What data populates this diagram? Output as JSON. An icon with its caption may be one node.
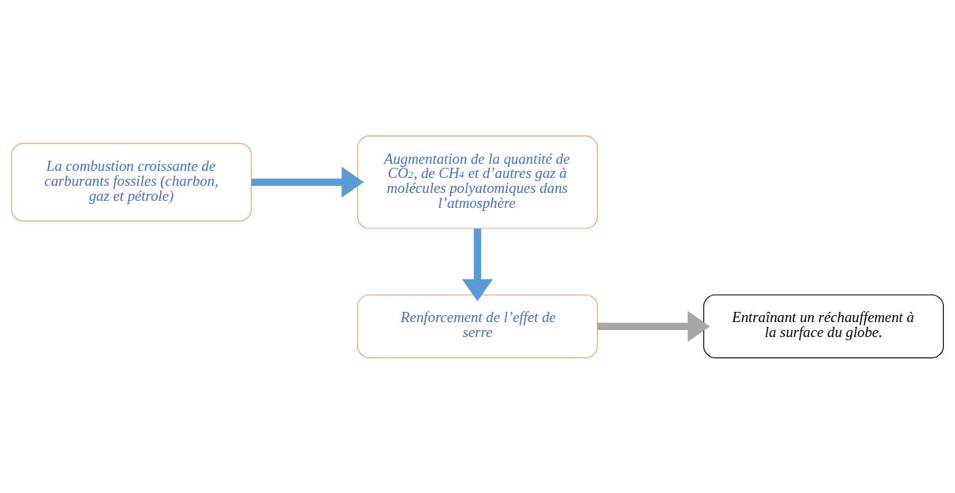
{
  "diagram": {
    "nodes": [
      {
        "text": [
          "La combustion croissante de carburants fossiles (charbon, gaz et pétrole)"
        ]
      },
      {
        "text": [
          "Augmentation de la quantité de CO$_{2}$, de CH$_{4}$ et d’autres gaz à molécules polyatomiques dans l’atmosphère"
        ]
      },
      {
        "text": [
          "Renforcement de l’effet de serre"
        ]
      },
      {
        "text": [
          "Entraînant un réchauffement à la surface du globe."
        ]
      }
    ],
    "edges": [
      {
        "from": 0,
        "to": 1,
        "arrow": "to"
      },
      {
        "from": 1,
        "to": 2,
        "arrow": "to"
      },
      {
        "from": 2,
        "to": 3,
        "arrow": "to",
        "color": "#a6a6a6"
      }
    ]
  }
}
